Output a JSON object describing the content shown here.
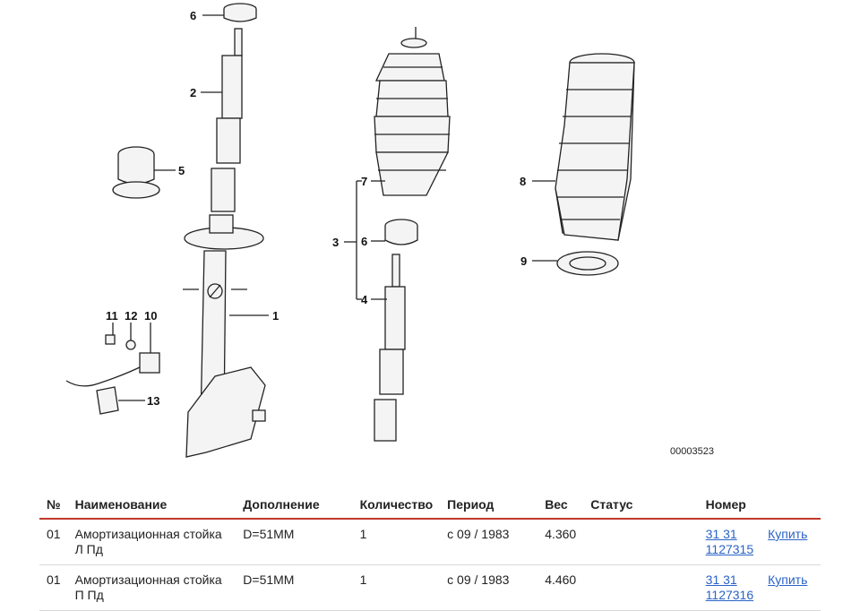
{
  "diagram": {
    "code": "00003523",
    "callouts": [
      "6",
      "2",
      "5",
      "1",
      "11",
      "12",
      "10",
      "13",
      "7",
      "3",
      "6",
      "4",
      "8",
      "9"
    ]
  },
  "table": {
    "headers": [
      "№",
      "Наименование",
      "Дополнение",
      "Количество",
      "Период",
      "Вес",
      "Статус",
      "Номер"
    ],
    "rows": [
      {
        "no": "01",
        "name": "Амортизационная стойка Л Пд",
        "extra": "D=51MM",
        "qty": "1",
        "period": "с 09 / 1983",
        "weight": "4.360",
        "status": "",
        "number_line1": "31 31",
        "number_line2": "1127315",
        "buy": "Купить"
      },
      {
        "no": "01",
        "name": "Амортизационная стойка П Пд",
        "extra": "D=51MM",
        "qty": "1",
        "period": "с 09 / 1983",
        "weight": "4.460",
        "status": "",
        "number_line1": "31 31",
        "number_line2": "1127316",
        "buy": "Купить"
      }
    ]
  }
}
